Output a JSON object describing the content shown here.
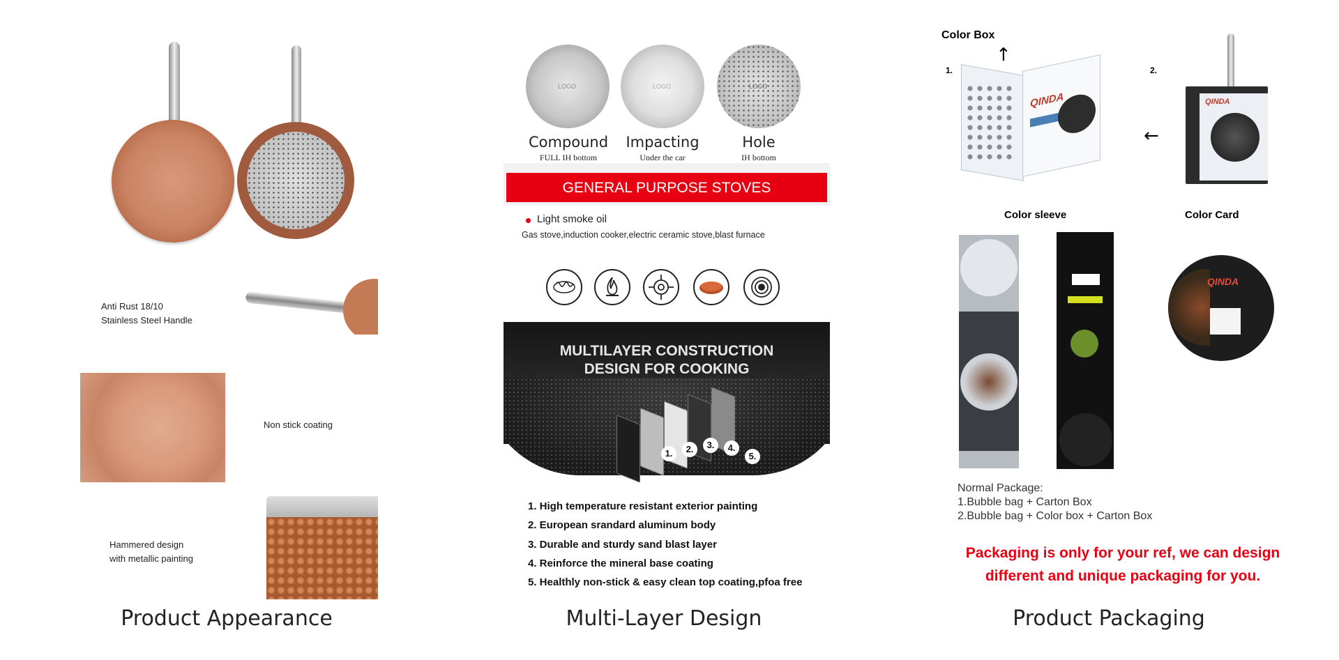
{
  "sections": {
    "appearance": {
      "caption": "Product Appearance",
      "features": [
        "Anti Rust 18/10\nStainless Steel Handle",
        "Non stick coating",
        "Hammered design\nwith metallic painting"
      ]
    },
    "multilayer": {
      "caption": "Multi-Layer Design",
      "bottoms": [
        {
          "title": "Compound",
          "sub": "FULL IH bottom",
          "logo": "LOGO"
        },
        {
          "title": "Impacting",
          "sub": "Under the car",
          "logo": "LOGO"
        },
        {
          "title": "Hole",
          "sub": "IH bottom",
          "logo": "LOGO"
        }
      ],
      "banner": "GENERAL PURPOSE STOVES",
      "smoke": "Light smoke oil",
      "stoves_text": "Gas stove,induction cooker,electric ceramic stove,blast furnace",
      "stove_icons": [
        "induction-coil-icon",
        "flame-icon",
        "gas-burner-icon",
        "ceramic-plate-icon",
        "electric-hob-icon"
      ],
      "construction_title_1": "MULTILAYER CONSTRUCTION",
      "construction_title_2": "DESIGN FOR COOKING",
      "layer_numbers": [
        "1.",
        "2.",
        "3.",
        "4.",
        "5."
      ],
      "layers": [
        "1. High temperature resistant exterior painting",
        "2. European srandard aluminum body",
        "3. Durable and sturdy sand blast layer",
        "4. Reinforce the mineral base coating",
        "5. Healthly non-stick & easy clean top coating,pfoa free"
      ]
    },
    "packaging": {
      "caption": "Product Packaging",
      "color_box_label": "Color Box",
      "step1": "1.",
      "step2": "2.",
      "color_sleeve_label": "Color sleeve",
      "color_card_label": "Color Card",
      "brand": "QINDA",
      "normal_title": "Normal Package:",
      "normal_1": "1.Bubble bag + Carton Box",
      "normal_2": "2.Bubble bag + Color box + Carton Box",
      "note_1": "Packaging is only for your ref, we can design",
      "note_2": "different and unique packaging for you.",
      "note_color": "#e60012"
    }
  }
}
